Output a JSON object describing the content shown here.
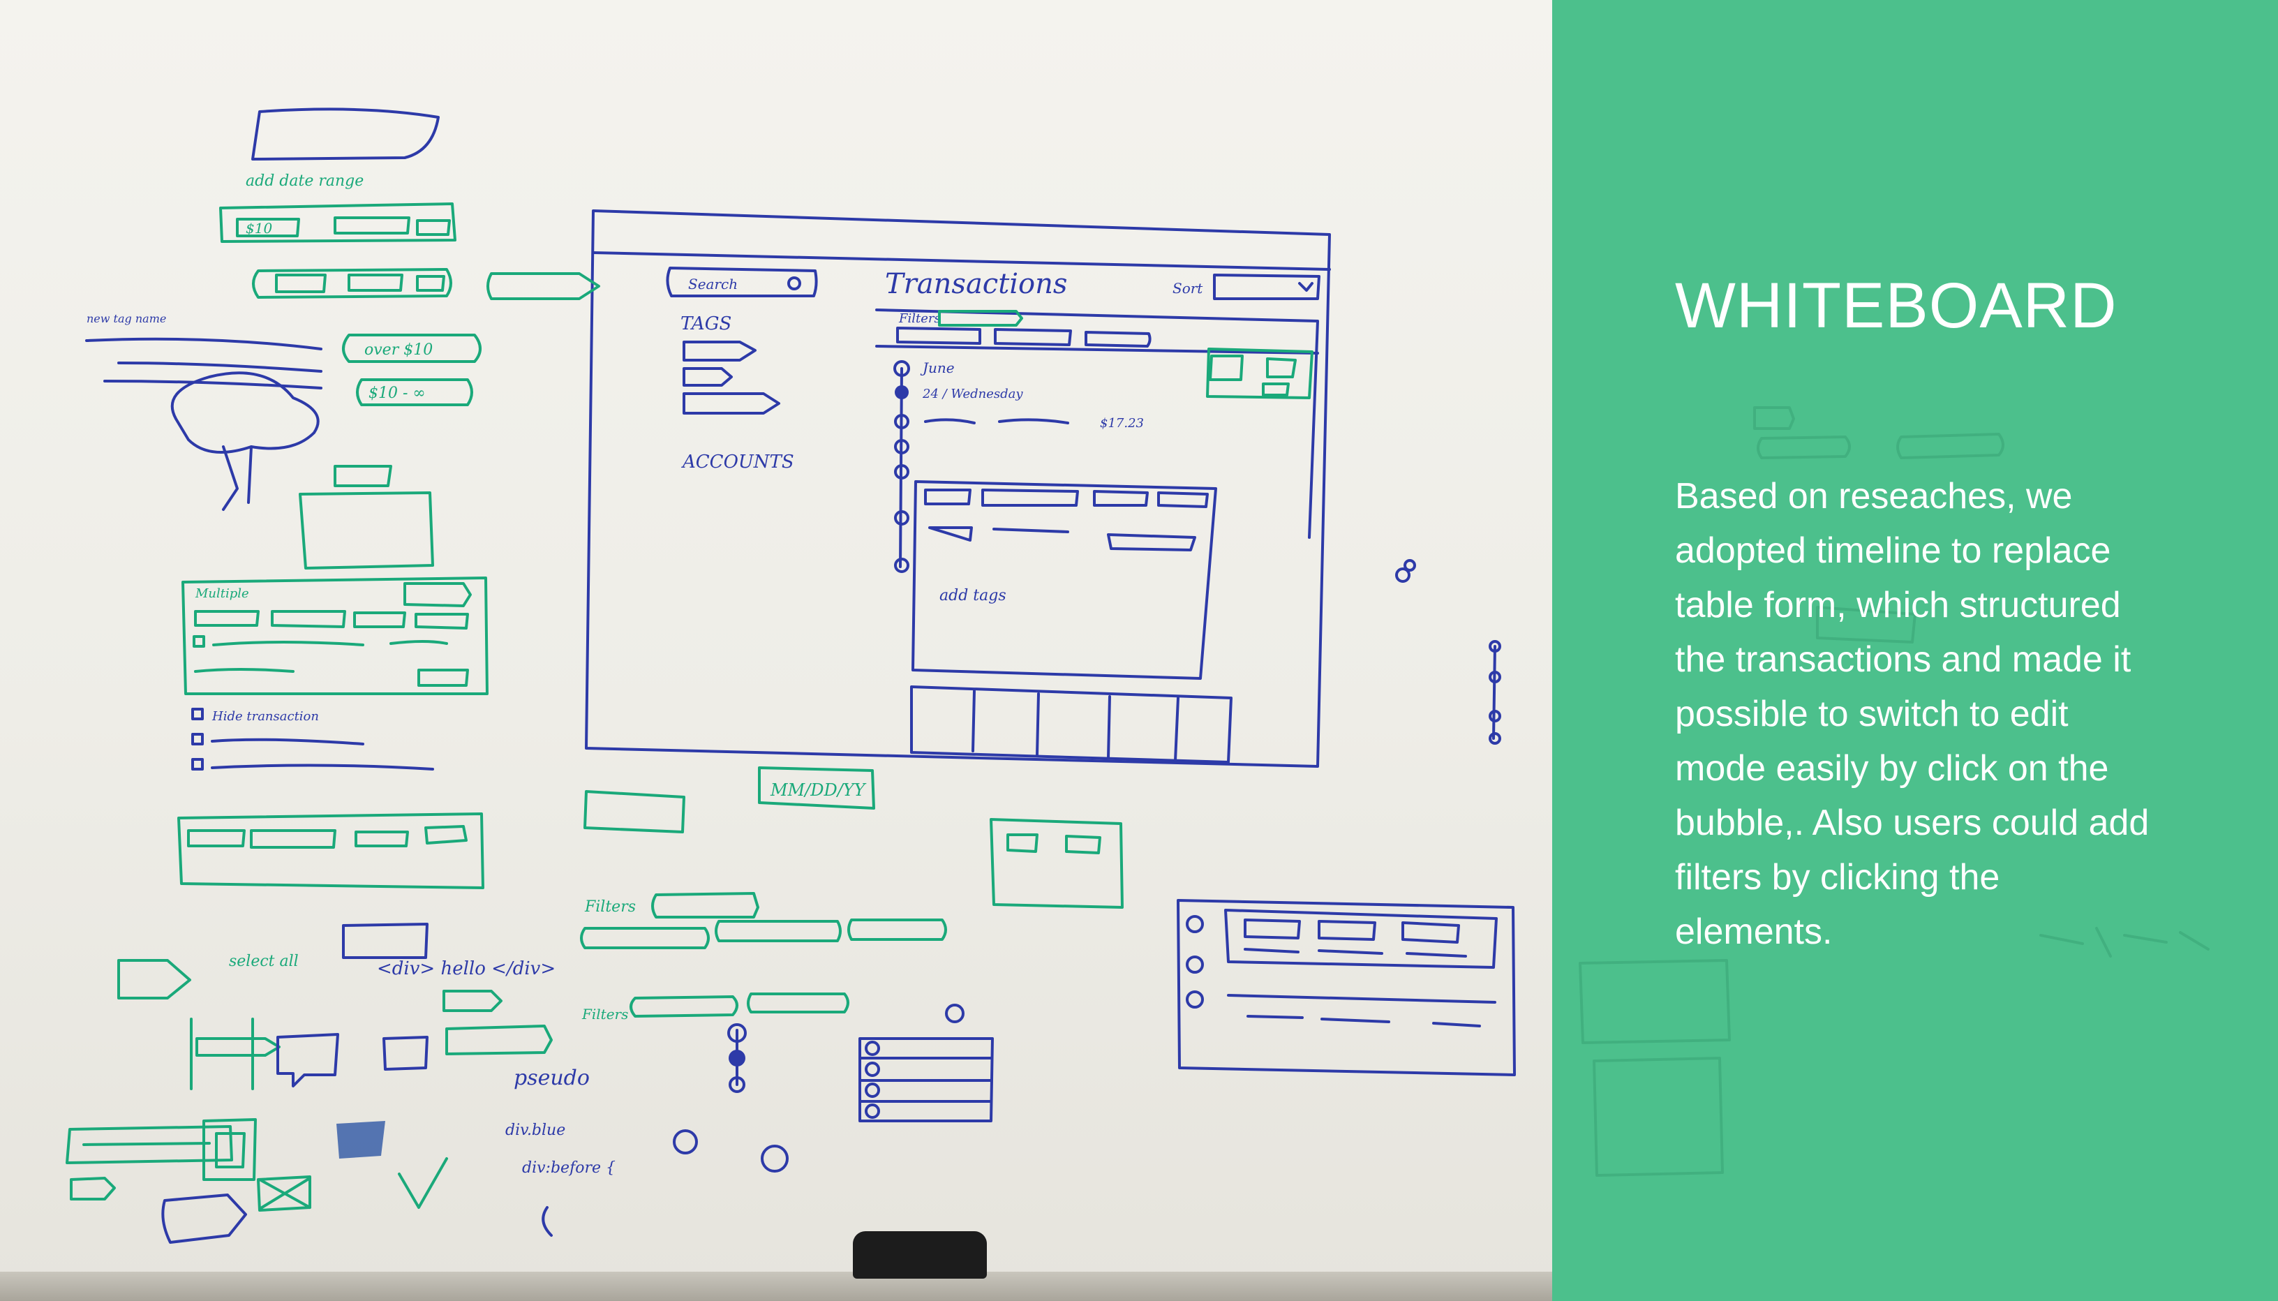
{
  "panel": {
    "title": "WHITEBOARD",
    "body": "Based on reseaches, we adopted timeline to replace table form, which structured the transactions and made it possible to switch to edit mode easily by click on the bubble,. Also users could add filters by clicking the elements."
  },
  "sketch": {
    "transactions_title": "Transactions",
    "search": "Search",
    "tags": "TAGS",
    "accounts": "ACCOUNTS",
    "sort": "Sort",
    "filters": "Filters",
    "month": "June",
    "day": "24 / Wednesday",
    "amount": "$17.23",
    "add_date_range": "add date range",
    "price_from": "$10",
    "over_price": "over $10",
    "price_range": "$10 - ∞",
    "date_format": "MM/DD/YY",
    "div_example": "<div> hello </div>",
    "select_all": "select all",
    "pseudo": "pseudo",
    "css_snippet": "div:before {",
    "new_tag": "new tag name",
    "hide_transaction": "Hide transaction",
    "multiple": "Multiple"
  },
  "colors": {
    "panel": "#4cc08c",
    "marker_blue": "#2d3aa8",
    "marker_green": "#1aa97a"
  }
}
